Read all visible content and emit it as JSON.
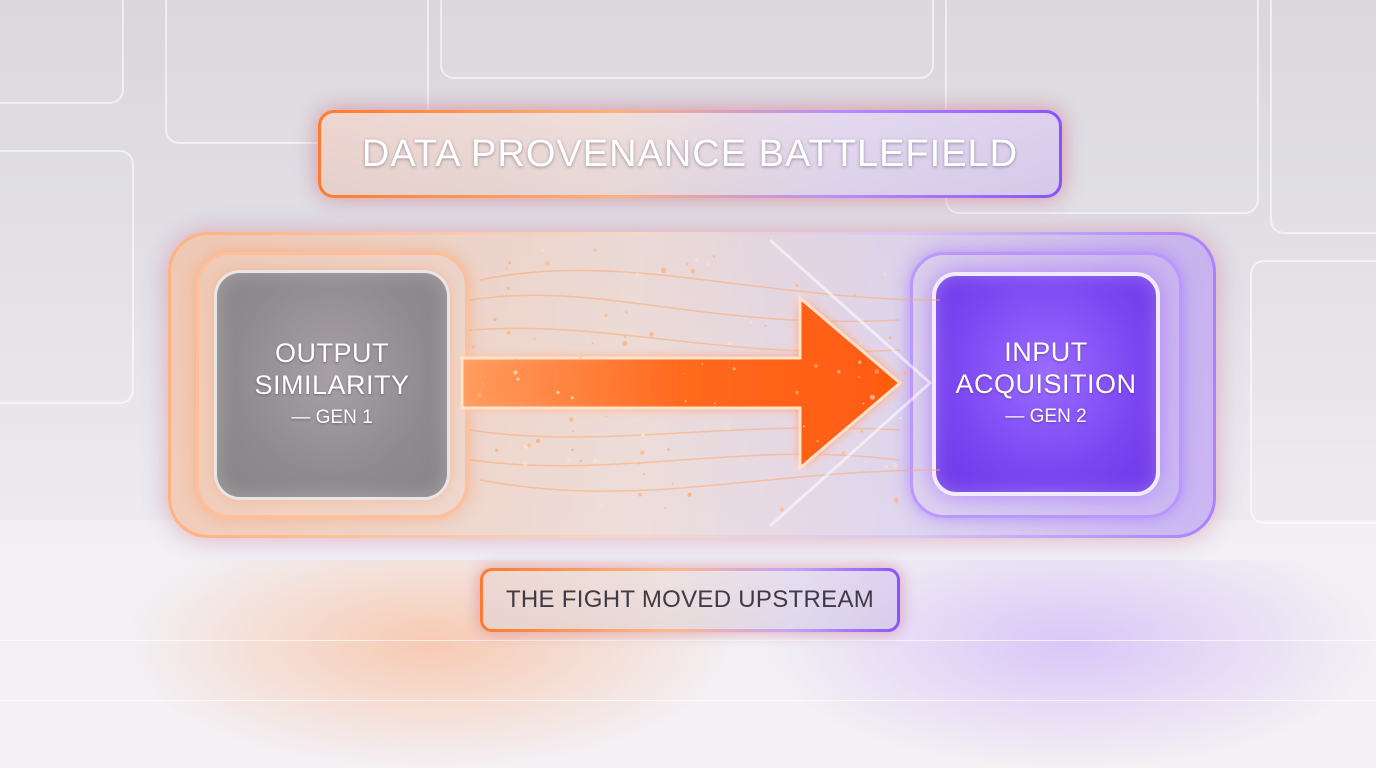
{
  "title": "DATA PROVENANCE BATTLEFIELD",
  "gen1": {
    "line1": "OUTPUT",
    "line2": "SIMILARITY",
    "sub": "— GEN 1"
  },
  "gen2": {
    "line1": "INPUT",
    "line2": "ACQUISITION",
    "sub": "— GEN 2"
  },
  "footer": "THE FIGHT MOVED UPSTREAM",
  "colors": {
    "orange_accent": "#ff6a1f",
    "purple_accent": "#7b45f2",
    "gen1_fill": "#8f8a8e",
    "gen2_fill": "#7b45f2"
  },
  "arrow": {
    "direction": "gen1-to-gen2"
  }
}
